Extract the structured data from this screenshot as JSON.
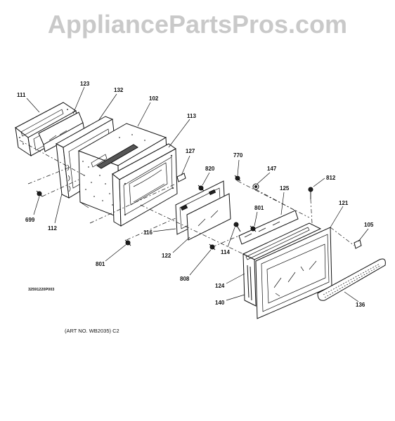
{
  "watermark": "AppliancePartsPros.com",
  "art_number": "(ART NO. WB2035) C2",
  "drawing_code": "32591220P003",
  "callouts": [
    {
      "id": "111",
      "label": "111"
    },
    {
      "id": "123",
      "label": "123"
    },
    {
      "id": "132",
      "label": "132"
    },
    {
      "id": "102",
      "label": "102"
    },
    {
      "id": "113",
      "label": "113"
    },
    {
      "id": "127",
      "label": "127"
    },
    {
      "id": "820",
      "label": "820"
    },
    {
      "id": "770",
      "label": "770"
    },
    {
      "id": "147",
      "label": "147"
    },
    {
      "id": "812",
      "label": "812"
    },
    {
      "id": "125",
      "label": "125"
    },
    {
      "id": "801a",
      "label": "801"
    },
    {
      "id": "121",
      "label": "121"
    },
    {
      "id": "105",
      "label": "105"
    },
    {
      "id": "699",
      "label": "699"
    },
    {
      "id": "112",
      "label": "112"
    },
    {
      "id": "116",
      "label": "116"
    },
    {
      "id": "122",
      "label": "122"
    },
    {
      "id": "114",
      "label": "114"
    },
    {
      "id": "801b",
      "label": "801"
    },
    {
      "id": "808",
      "label": "808"
    },
    {
      "id": "124",
      "label": "124"
    },
    {
      "id": "140",
      "label": "140"
    },
    {
      "id": "136",
      "label": "136"
    }
  ]
}
